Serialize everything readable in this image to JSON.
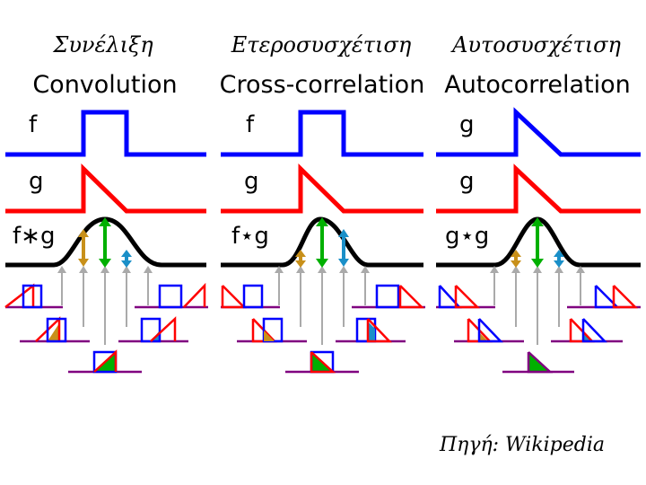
{
  "columns": [
    {
      "greek_title": "Συνέλιξη",
      "title": "Convolution",
      "row1_label": "f",
      "row2_label": "g",
      "result_label": "f∗g"
    },
    {
      "greek_title": "Ετεροσυσχέτιση",
      "title": "Cross-correlation",
      "row1_label": "f",
      "row2_label": "g",
      "result_label": "f⋆g"
    },
    {
      "greek_title": "Αυτοσυσχέτιση",
      "title": "Autocorrelation",
      "row1_label": "g",
      "row2_label": "g",
      "result_label": "g⋆g"
    }
  ],
  "source": "Πηγή: Wikipedia",
  "colors": {
    "f": "#0000ff",
    "g": "#ff0000",
    "result": "#000000",
    "baseline": "#800080",
    "overlap": "#00b000",
    "partial_overlap": "#c8901a",
    "arrow_gray": "#aaaaaa",
    "arrow_gold": "#c8901a",
    "arrow_green": "#00b000",
    "arrow_blue": "#1a8fc8"
  }
}
